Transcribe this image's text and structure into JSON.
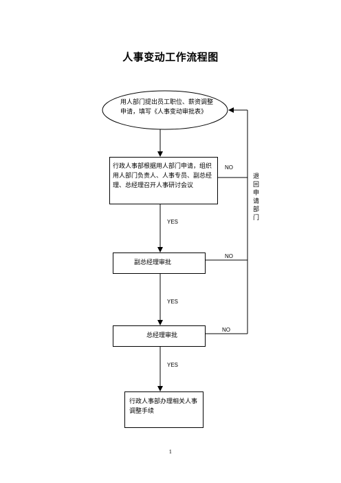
{
  "title": "人事变动工作流程图",
  "nodes": {
    "start": "用人部门提出员工职位、薪资调整申请，填写《人事变动审批表》",
    "meeting": "行政人事部根据用人部门申请，组织用人部门负责人、人事专员、副总经理、总经理召开人事研讨会议",
    "vp_approve": "副总经理审批",
    "gm_approve": "总经理审批",
    "finish": "行政人事部办理相关人事调整手续"
  },
  "labels": {
    "yes": "YES",
    "no": "NO",
    "return": "退回申请部门"
  },
  "page_number": "1"
}
